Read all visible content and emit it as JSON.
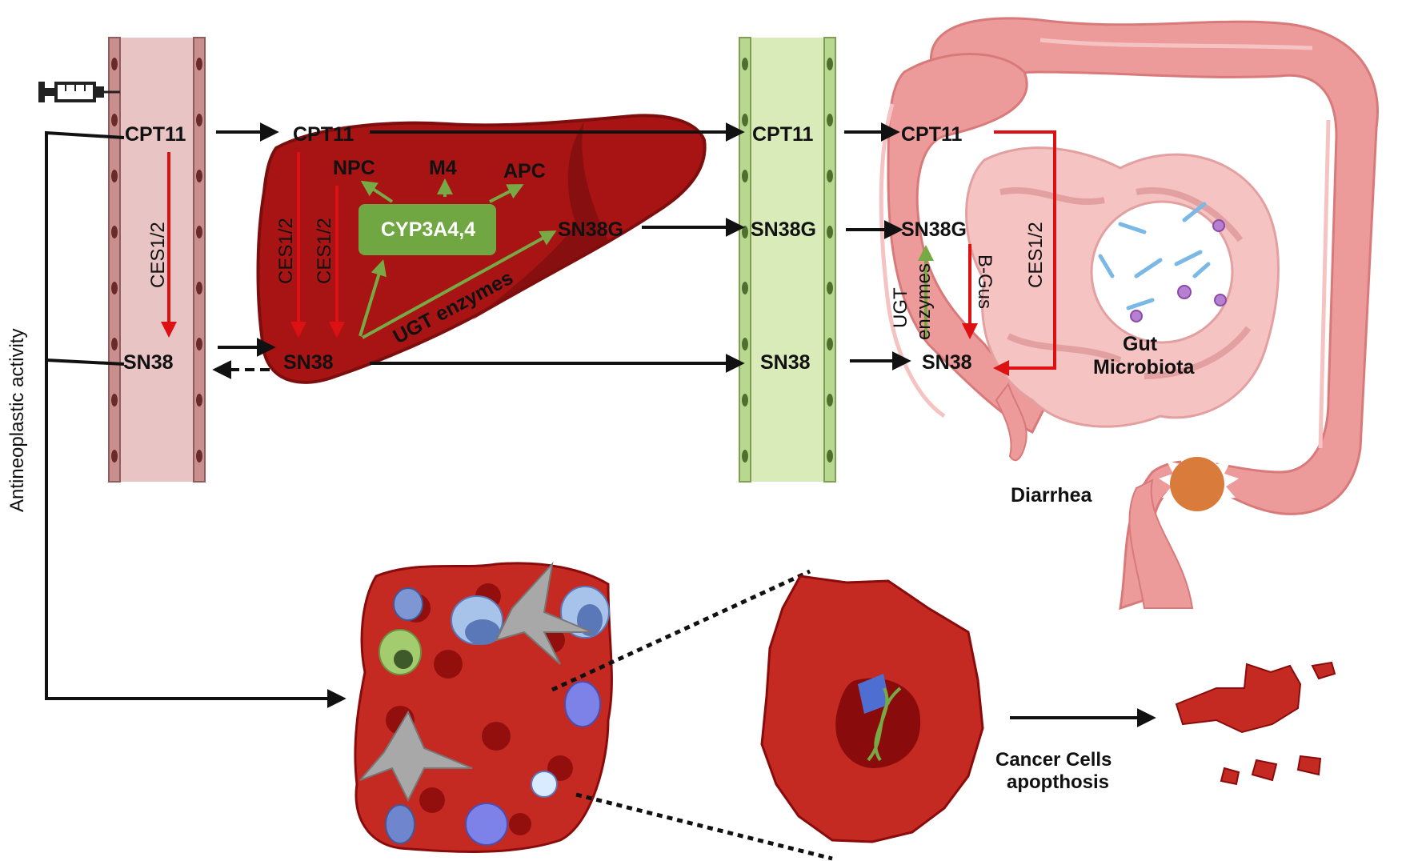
{
  "labels": {
    "cpt11": "CPT11",
    "sn38": "SN38",
    "sn38g": "SN38G",
    "ces": "CES1/2",
    "npc": "NPC",
    "m4": "M4",
    "apc": "APC",
    "cyp": "CYP3A4,4",
    "ugt_enzymes": "UGT enzymes",
    "ugt": "UGT",
    "enzymes": "enzymes",
    "bgus": "B-Gus",
    "gut": "Gut",
    "microbiota": "Microbiota",
    "diarrhea": "Diarrhea",
    "cancer_cells": "Cancer Cells",
    "apoptosis": "apopthosis",
    "antineoplastic": "Antineoplastic activity"
  },
  "colors": {
    "blood_vessel": "#e8c4c4",
    "vessel_wall": "#c98f8f",
    "liver": "#a81414",
    "liver_dark": "#7e0e0e",
    "intestinal_wall": "#d8ebb9",
    "intestinal_wall_border": "#7f9f55",
    "colon": "#ec9a9a",
    "colon_inner": "#f6c3c3",
    "cyp_box": "#71a742",
    "enzyme_arrow_red": "#dd1111",
    "enzyme_arrow_green": "#77aa44",
    "tumor": "#c42a22",
    "tumor_dark": "#8a0b0b",
    "lesion": "#d97b3a"
  },
  "icons": [
    "syringe-icon",
    "bacteria-icon",
    "virus-icon",
    "dna-icon",
    "tumor-cell-icon",
    "immune-cell-icon",
    "fibroblast-icon"
  ]
}
